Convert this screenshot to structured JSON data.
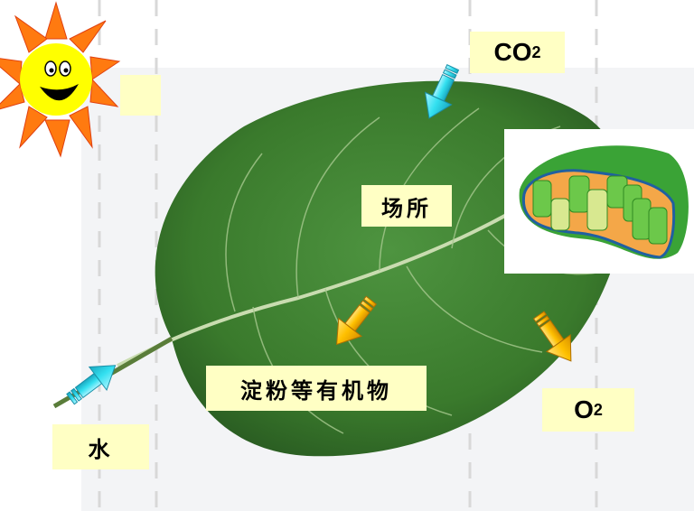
{
  "labels": {
    "co2": {
      "main": "CO",
      "sub": "2"
    },
    "site": "场所",
    "products": "淀粉等有机物",
    "o2": {
      "main": "O",
      "sub": "2"
    },
    "water": "水"
  },
  "icons": {
    "sun": "smiling-sun",
    "leaf": "green-leaf",
    "chloroplast": "chloroplast-cross-section",
    "arrows": [
      "co2-in-arrow",
      "water-in-arrow",
      "organic-matter-arrow",
      "o2-out-arrow"
    ]
  },
  "colors": {
    "label_bg": "#ffffc4",
    "leaf": "#3d7f2e",
    "input_arrow": "#33e0f0",
    "output_arrow": "#ffc000",
    "sun_face": "#ffff00",
    "sun_rays": "#ff7a10"
  }
}
